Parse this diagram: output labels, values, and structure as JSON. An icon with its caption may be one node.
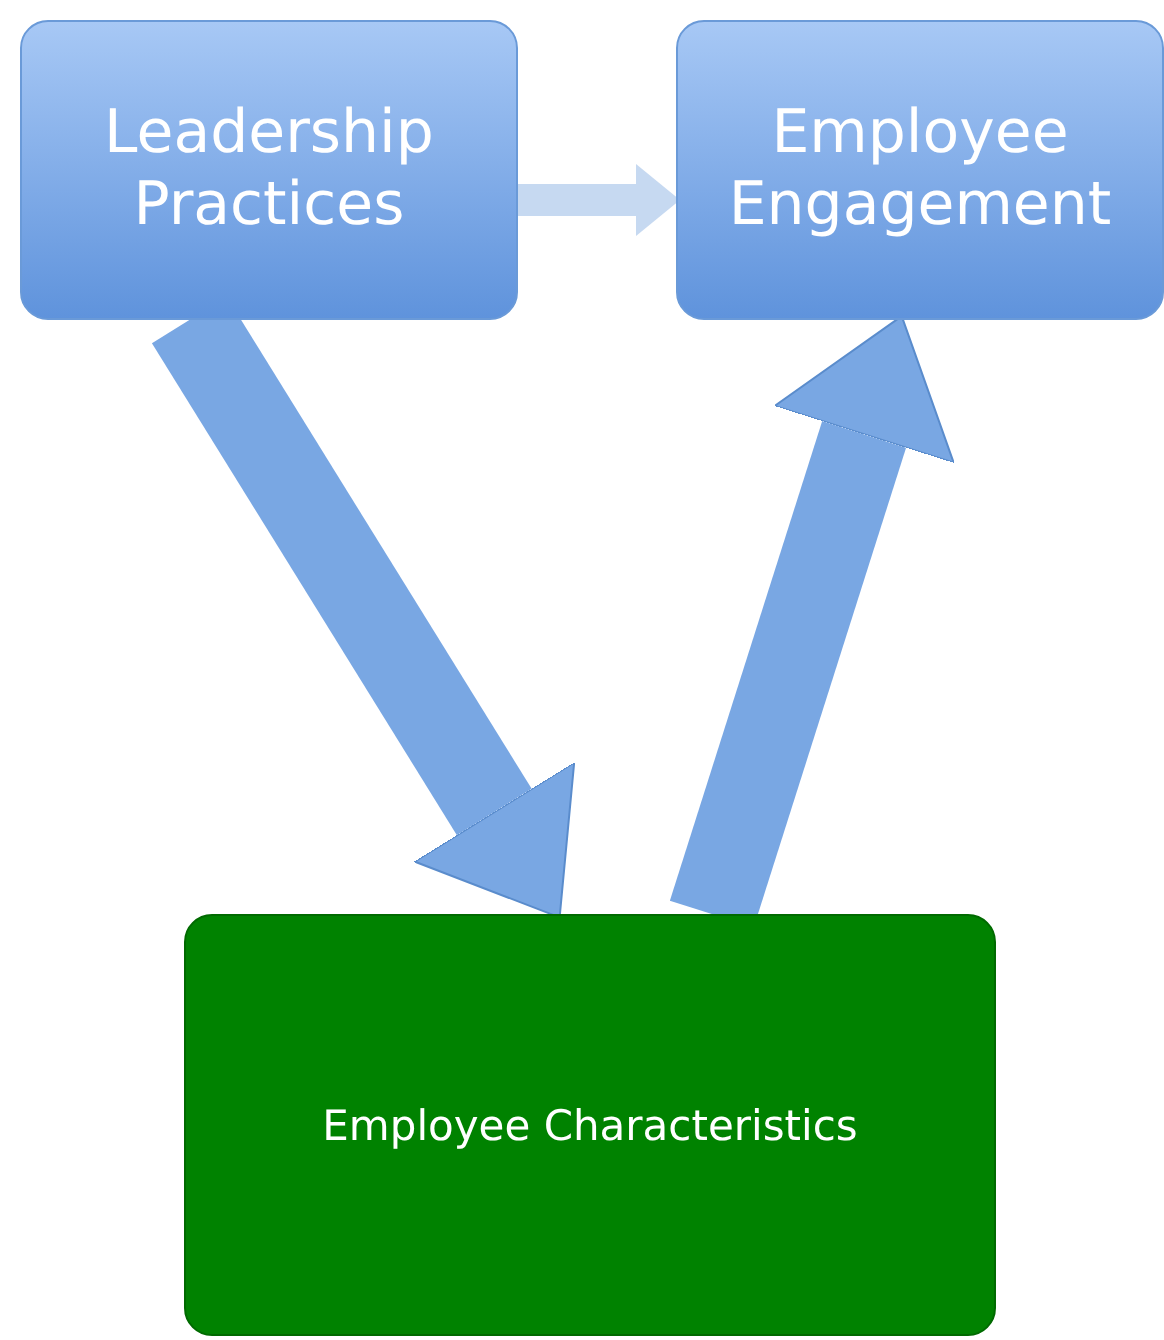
{
  "diagram": {
    "nodes": [
      {
        "text": [
          "Leadership Practices"
        ]
      },
      {
        "text": [
          "Employee Engagement"
        ]
      },
      {
        "text": [
          "Employee Characteristics"
        ]
      }
    ],
    "edges": [
      {
        "from": 0,
        "to": 1,
        "arrow": "to",
        "color": "#c6d9f1"
      },
      {
        "from": 0,
        "to": 2,
        "arrow": "to"
      },
      {
        "from": 2,
        "to": 1,
        "arrow": "to"
      }
    ]
  }
}
